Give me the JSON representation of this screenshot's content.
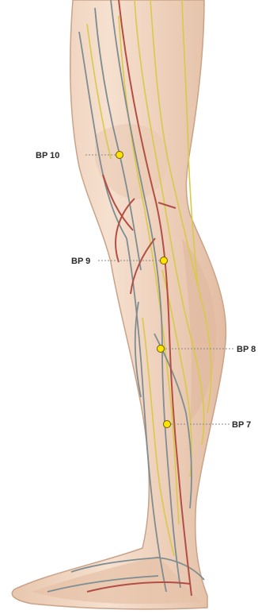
{
  "points": [
    {
      "id": "bp10",
      "label": "BP 10"
    },
    {
      "id": "bp9",
      "label": "BP 9"
    },
    {
      "id": "bp8",
      "label": "BP 8"
    },
    {
      "id": "bp7",
      "label": "BP 7"
    }
  ],
  "colors": {
    "skin": "#f2d6c0",
    "skin_shadow": "#d9b49b",
    "nerve": "#e3d25a",
    "vein": "#7d8c90",
    "artery": "#b5544a",
    "point_fill": "#ffe400",
    "label": "#2a2a2a"
  }
}
